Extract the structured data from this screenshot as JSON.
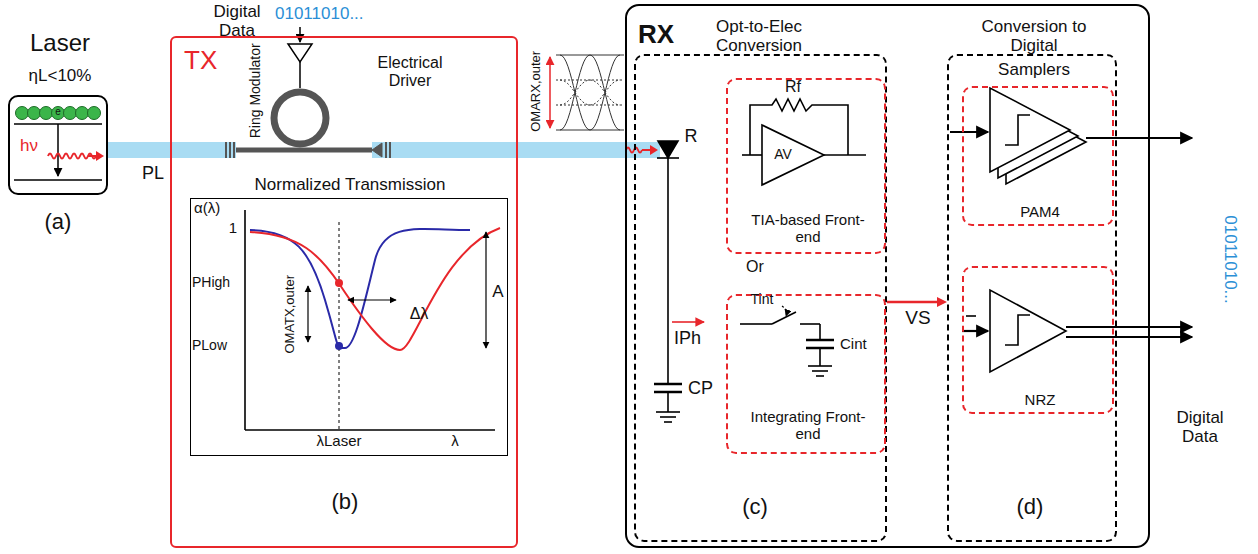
{
  "diagram": {
    "nodes": [
      {
        "text": [
          "Laser",
          "ηL<10%"
        ]
      },
      {
        "text": [
          "TX"
        ]
      },
      {
        "text": [
          "Normalized Transmission"
        ],
        "in": 1
      },
      {
        "text": [
          "RX"
        ]
      },
      {
        "text": [
          "Opt-to-Elec Conversion"
        ],
        "in": 3
      },
      {
        "text": [
          "TIA-based Front-end"
        ],
        "in": 4
      },
      {
        "text": [
          "Integrating Front-end"
        ],
        "in": 4
      },
      {
        "text": [
          "Conversion to Digital",
          "Samplers"
        ],
        "in": 3
      },
      {
        "text": [
          "PAM4"
        ],
        "in": 7
      },
      {
        "text": [
          "NRZ"
        ],
        "in": 7
      }
    ],
    "edges": [
      {
        "from": 0,
        "to": 1,
        "arrow": "none"
      },
      {
        "from": 1,
        "to": 3,
        "arrow": "none"
      },
      {
        "from": 4,
        "to": 7,
        "arrow": "to",
        "label": "VS"
      }
    ],
    "labels": [
      "Digital Data",
      "01011010...",
      "Ring Modulator",
      "Electrical Driver",
      "(a)",
      "hν",
      "e",
      "PL",
      "α(λ)",
      "1",
      "PHigh",
      "PLow",
      "OMATX,outer",
      "Δλ",
      "A",
      "λLaser",
      "λ",
      "(b)",
      "OMARX,outer",
      "R",
      "IPh",
      "CP",
      "Rf",
      "AV",
      "Or",
      "Tint",
      "Cint",
      "(c)",
      "(d)",
      "Digital Data",
      "01011010..."
    ]
  }
}
